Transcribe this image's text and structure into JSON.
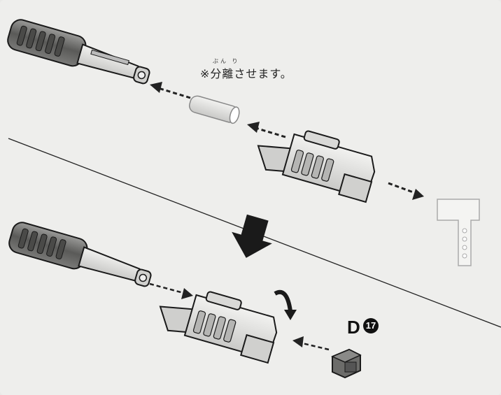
{
  "instruction": {
    "note": "※分離させます。",
    "ruby": "ぶん り"
  },
  "part": {
    "letter": "D",
    "number": "17"
  },
  "colors": {
    "outline": "#1a1a1a",
    "part_fill": "#d9d9d7",
    "dark_part": "#6a6a68",
    "arrow": "#222222"
  }
}
